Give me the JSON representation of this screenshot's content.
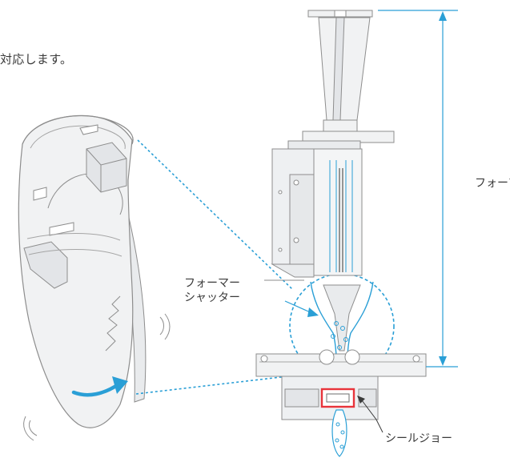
{
  "caption": "対応します。",
  "labels": {
    "former_height": "フォーマ",
    "shutter_line1": "フォーマー",
    "shutter_line2": "シャッター",
    "seal_jaw": "シールジョー"
  },
  "colors": {
    "accent": "#2a9fd6",
    "dim_line": "#2a9fd6",
    "highlight": "#e8343b",
    "line": "#8d8d8d",
    "fill": "#f1f2f3",
    "text": "#3a3a3a"
  }
}
